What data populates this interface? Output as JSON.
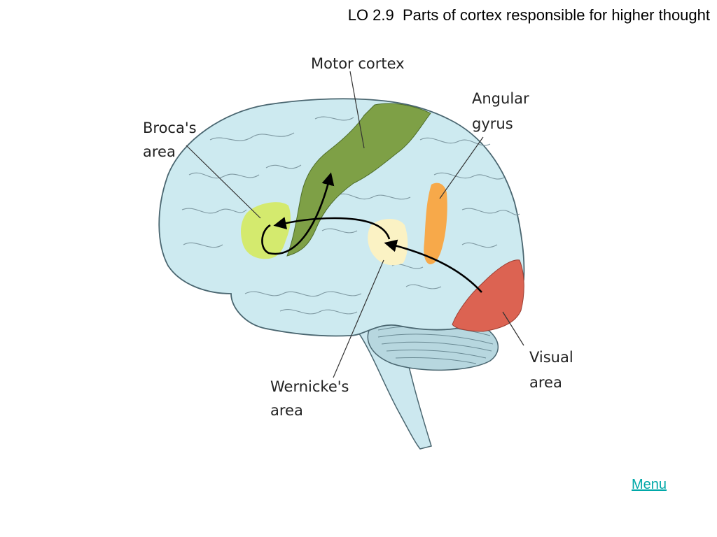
{
  "slide": {
    "title": "LO 2.9  Parts of cortex responsible for higher thought"
  },
  "diagram": {
    "labels": {
      "motor_cortex": "Motor cortex",
      "angular_gyrus_line1": "Angular",
      "angular_gyrus_line2": "gyrus",
      "brocas_area_line1": "Broca's",
      "brocas_area_line2": "area",
      "wernickes_area_line1": "Wernicke's",
      "wernickes_area_line2": "area",
      "visual_area_line1": "Visual",
      "visual_area_line2": "area"
    },
    "colors": {
      "brain": "#cdeaf0",
      "outline": "#4a6670",
      "motor_cortex": "#7ea046",
      "brocas_area": "#d4ea6e",
      "wernickes_area": "#fbf2c4",
      "angular_gyrus": "#f7a94a",
      "visual_area": "#dc6352",
      "cerebellum": "#b7d7df",
      "brainstem": "#cce8ef"
    }
  },
  "footer": {
    "menu_label": "Menu"
  }
}
